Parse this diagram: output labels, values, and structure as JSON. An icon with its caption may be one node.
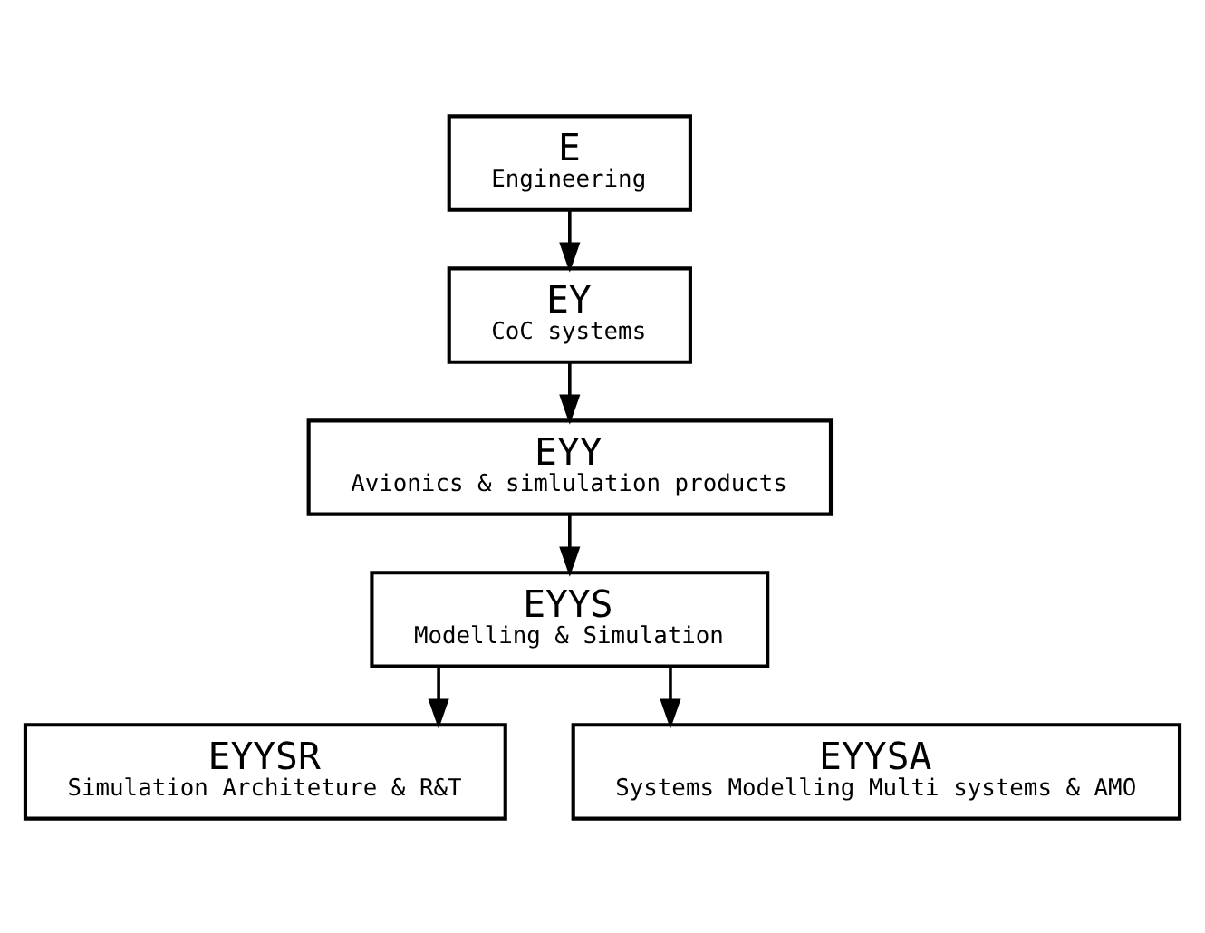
{
  "diagram": {
    "nodes": [
      {
        "text": [
          "E",
          "Engineering"
        ]
      },
      {
        "text": [
          "EY",
          "CoC systems"
        ]
      },
      {
        "text": [
          "EYY",
          "Avionics & simlulation products"
        ]
      },
      {
        "text": [
          "EYYS",
          "Modelling & Simulation"
        ]
      },
      {
        "text": [
          "EYYSR",
          "Simulation Architeture & R&T"
        ]
      },
      {
        "text": [
          "EYYSA",
          "Systems Modelling Multi systems & AMO"
        ]
      }
    ],
    "edges": [
      {
        "from": 0,
        "to": 1,
        "arrow": "to"
      },
      {
        "from": 1,
        "to": 2,
        "arrow": "to"
      },
      {
        "from": 2,
        "to": 3,
        "arrow": "to"
      },
      {
        "from": 3,
        "to": 4,
        "arrow": "to"
      },
      {
        "from": 3,
        "to": 5,
        "arrow": "to"
      }
    ]
  }
}
